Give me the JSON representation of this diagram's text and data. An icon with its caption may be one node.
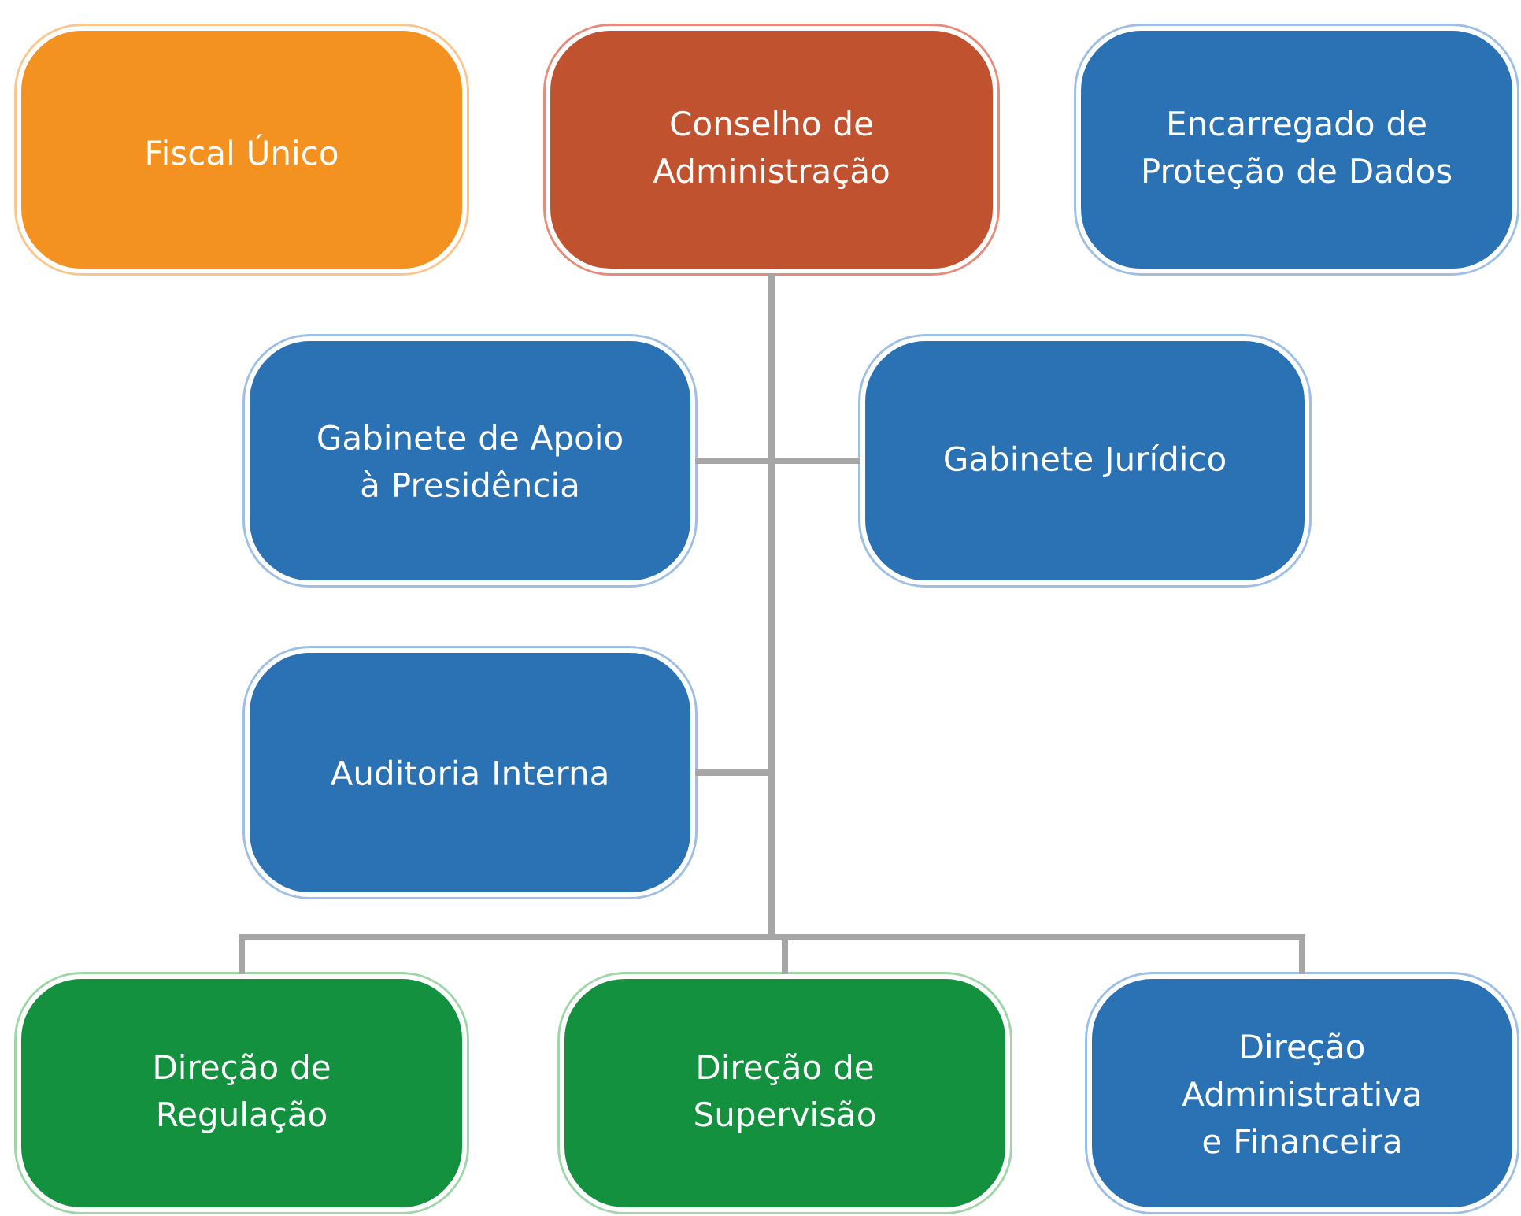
{
  "diagram": {
    "nodes": [
      {
        "text": [
          "Fiscal Único"
        ]
      },
      {
        "text": [
          "Conselho de Administração"
        ]
      },
      {
        "text": [
          "Encarregado de Proteção de Dados"
        ]
      },
      {
        "text": [
          "Gabinete de Apoio à Presidência"
        ]
      },
      {
        "text": [
          "Gabinete Jurídico"
        ]
      },
      {
        "text": [
          "Auditoria Interna"
        ]
      },
      {
        "text": [
          "Direção de Regulação"
        ]
      },
      {
        "text": [
          "Direção de Supervisão"
        ]
      },
      {
        "text": [
          "Direção Administrativa e Financeira"
        ]
      }
    ],
    "edges": [
      {
        "from": 1,
        "to": 3,
        "arrow": "none"
      },
      {
        "from": 1,
        "to": 4,
        "arrow": "none"
      },
      {
        "from": 1,
        "to": 5,
        "arrow": "none"
      },
      {
        "from": 1,
        "to": 6,
        "arrow": "none"
      },
      {
        "from": 1,
        "to": 7,
        "arrow": "none"
      },
      {
        "from": 1,
        "to": 8,
        "arrow": "none"
      }
    ]
  }
}
